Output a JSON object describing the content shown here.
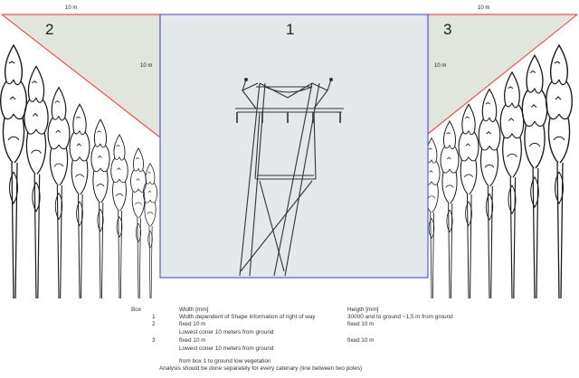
{
  "diagram": {
    "box_labels": [
      "1",
      "2",
      "3"
    ],
    "dimension_labels": {
      "top_left": "10 m",
      "left_side": "10 m",
      "top_right": "10 m",
      "right_side": "10 m"
    },
    "colors": {
      "box1_fill": "#e4e8ea",
      "box1_stroke": "#5b5bd6",
      "triangle_fill": "#e2e5de",
      "triangle_stroke": "#e8524f",
      "tree_stroke": "#1a1a1a",
      "tower_stroke": "#333333"
    },
    "icons": [
      "tree-icon",
      "pylon-icon",
      "insulator-icon"
    ]
  },
  "table": {
    "headers": {
      "box": "Box",
      "width": "Width [mm]",
      "height": "Heigth [mm]"
    },
    "rows": [
      {
        "box": "1",
        "width": "Width dependent of Shape information of right of way",
        "height": "30000 and to ground ~1,5 m from ground"
      },
      {
        "box": "2",
        "width": "fixed 10 m",
        "height": "fixed 10 m"
      },
      {
        "box": "",
        "width": "Lowest coner 10 meters from ground",
        "height": ""
      },
      {
        "box": "3",
        "width": "fixed 10 m",
        "height": "fixed 10 m"
      },
      {
        "box": "",
        "width": "Lowest coner 10 meters from ground",
        "height": ""
      }
    ],
    "notes": [
      "from box 1 to ground low vegetation",
      "Analysis should be done separately for every catenary (line between two poles)"
    ]
  }
}
